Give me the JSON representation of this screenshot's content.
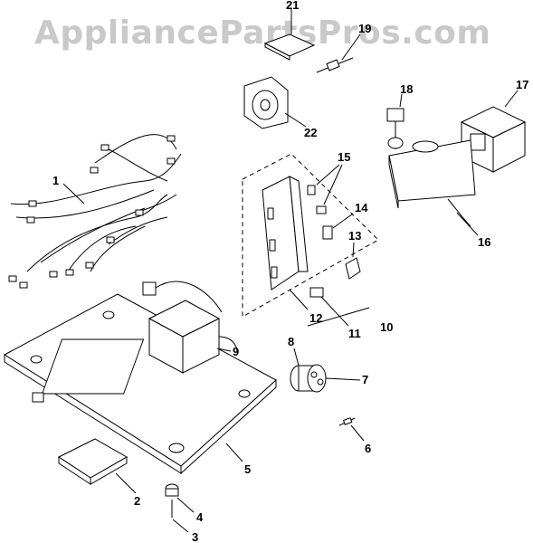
{
  "watermark": "AppliancePartsPros.com",
  "callouts": {
    "c1": "1",
    "c2": "2",
    "c3": "3",
    "c4": "4",
    "c5": "5",
    "c6": "6",
    "c7": "7",
    "c8": "8",
    "c9": "9",
    "c10": "10",
    "c11": "11",
    "c12": "12",
    "c13": "13",
    "c14": "14",
    "c15": "15",
    "c16": "16",
    "c17": "17",
    "c18": "18",
    "c19": "19",
    "c21": "21",
    "c22": "22"
  }
}
